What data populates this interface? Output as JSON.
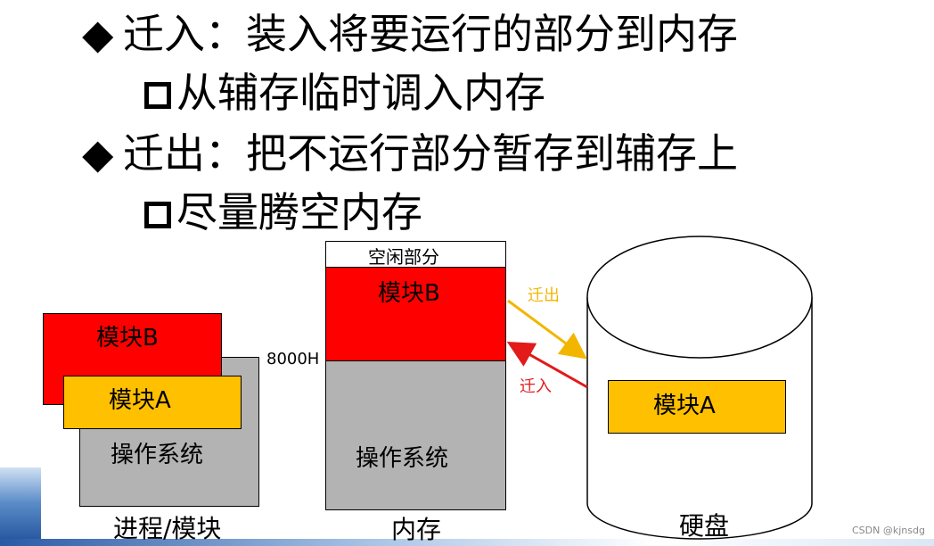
{
  "bullets": {
    "b1_symbol": "◆",
    "b1_text": "迁入：装入将要运行的部分到内存",
    "b1_sub": "从辅存临时调入内存",
    "b2_symbol": "◆",
    "b2_text": "迁出：把不运行部分暂存到辅存上",
    "b2_sub": "尽量腾空内存"
  },
  "left_group": {
    "module_b": "模块B",
    "module_a": "模块A",
    "os": "操作系统",
    "caption": "进程/模块"
  },
  "memory": {
    "free": "空闲部分",
    "module_b": "模块B",
    "address": "8000H",
    "os": "操作系统",
    "caption": "内存"
  },
  "disk": {
    "module_a": "模块A",
    "caption": "硬盘"
  },
  "arrows": {
    "swap_out": "迁出",
    "swap_in": "迁入",
    "swap_out_color": "#f2b600",
    "swap_in_color": "#e21a1a"
  },
  "colors": {
    "red": "#ff0000",
    "yellow": "#ffc000",
    "gray": "#b3b3b3"
  },
  "watermark": "CSDN @kjnsdg"
}
